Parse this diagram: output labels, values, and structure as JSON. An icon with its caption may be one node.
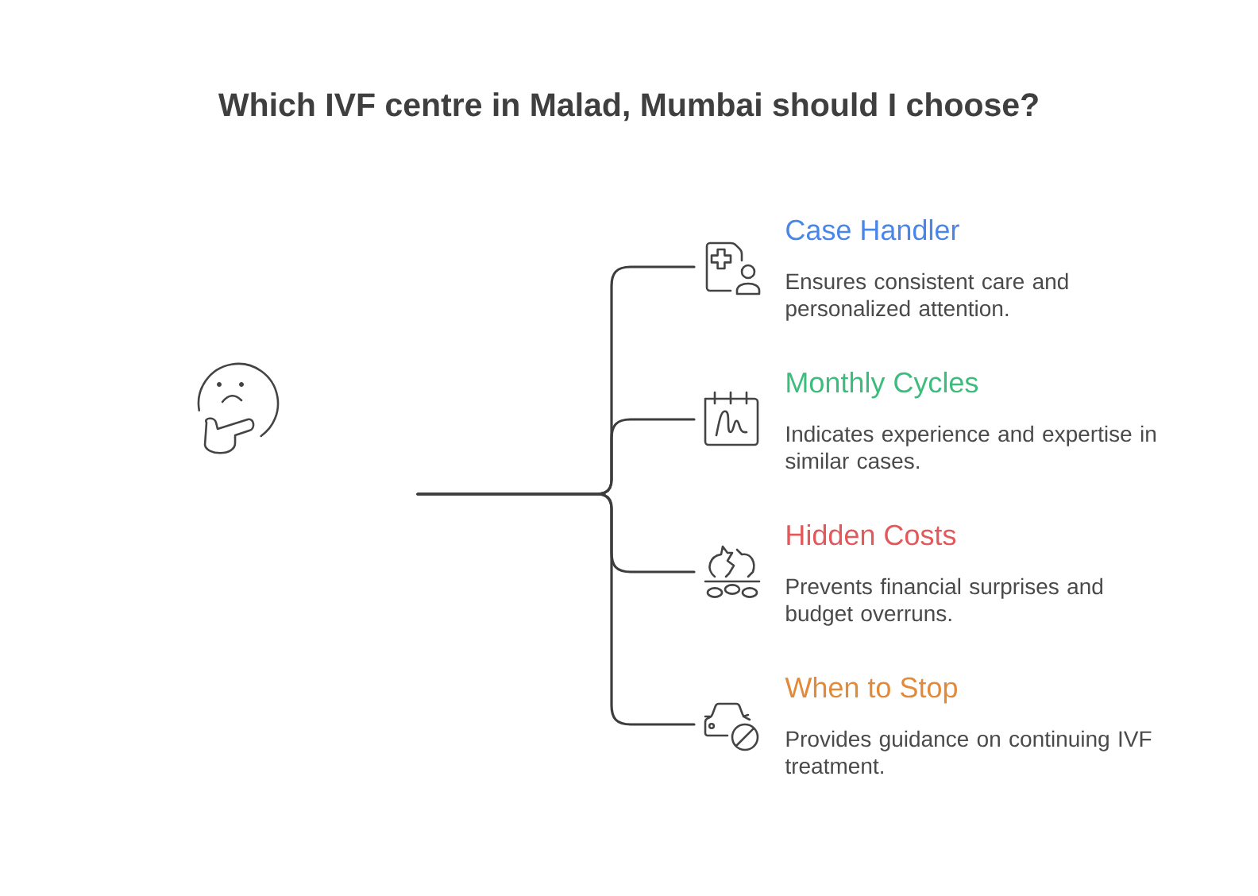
{
  "diagram": {
    "title": "Which IVF centre in Malad, Mumbai should I choose?",
    "nodes": [
      {
        "text": [
          "Case Handler",
          "Ensures consistent care and personalized attention."
        ]
      },
      {
        "text": [
          "Monthly Cycles",
          "Indicates experience and expertise in similar cases."
        ]
      },
      {
        "text": [
          "Hidden Costs",
          "Prevents financial surprises and budget overruns."
        ]
      },
      {
        "text": [
          "When to Stop",
          "Provides guidance on continuing IVF treatment."
        ]
      }
    ],
    "edges": [
      {
        "from": null,
        "to": 0,
        "arrow": "none"
      },
      {
        "from": null,
        "to": 1,
        "arrow": "none"
      },
      {
        "from": null,
        "to": 2,
        "arrow": "none"
      },
      {
        "from": null,
        "to": 3,
        "arrow": "none"
      }
    ]
  }
}
